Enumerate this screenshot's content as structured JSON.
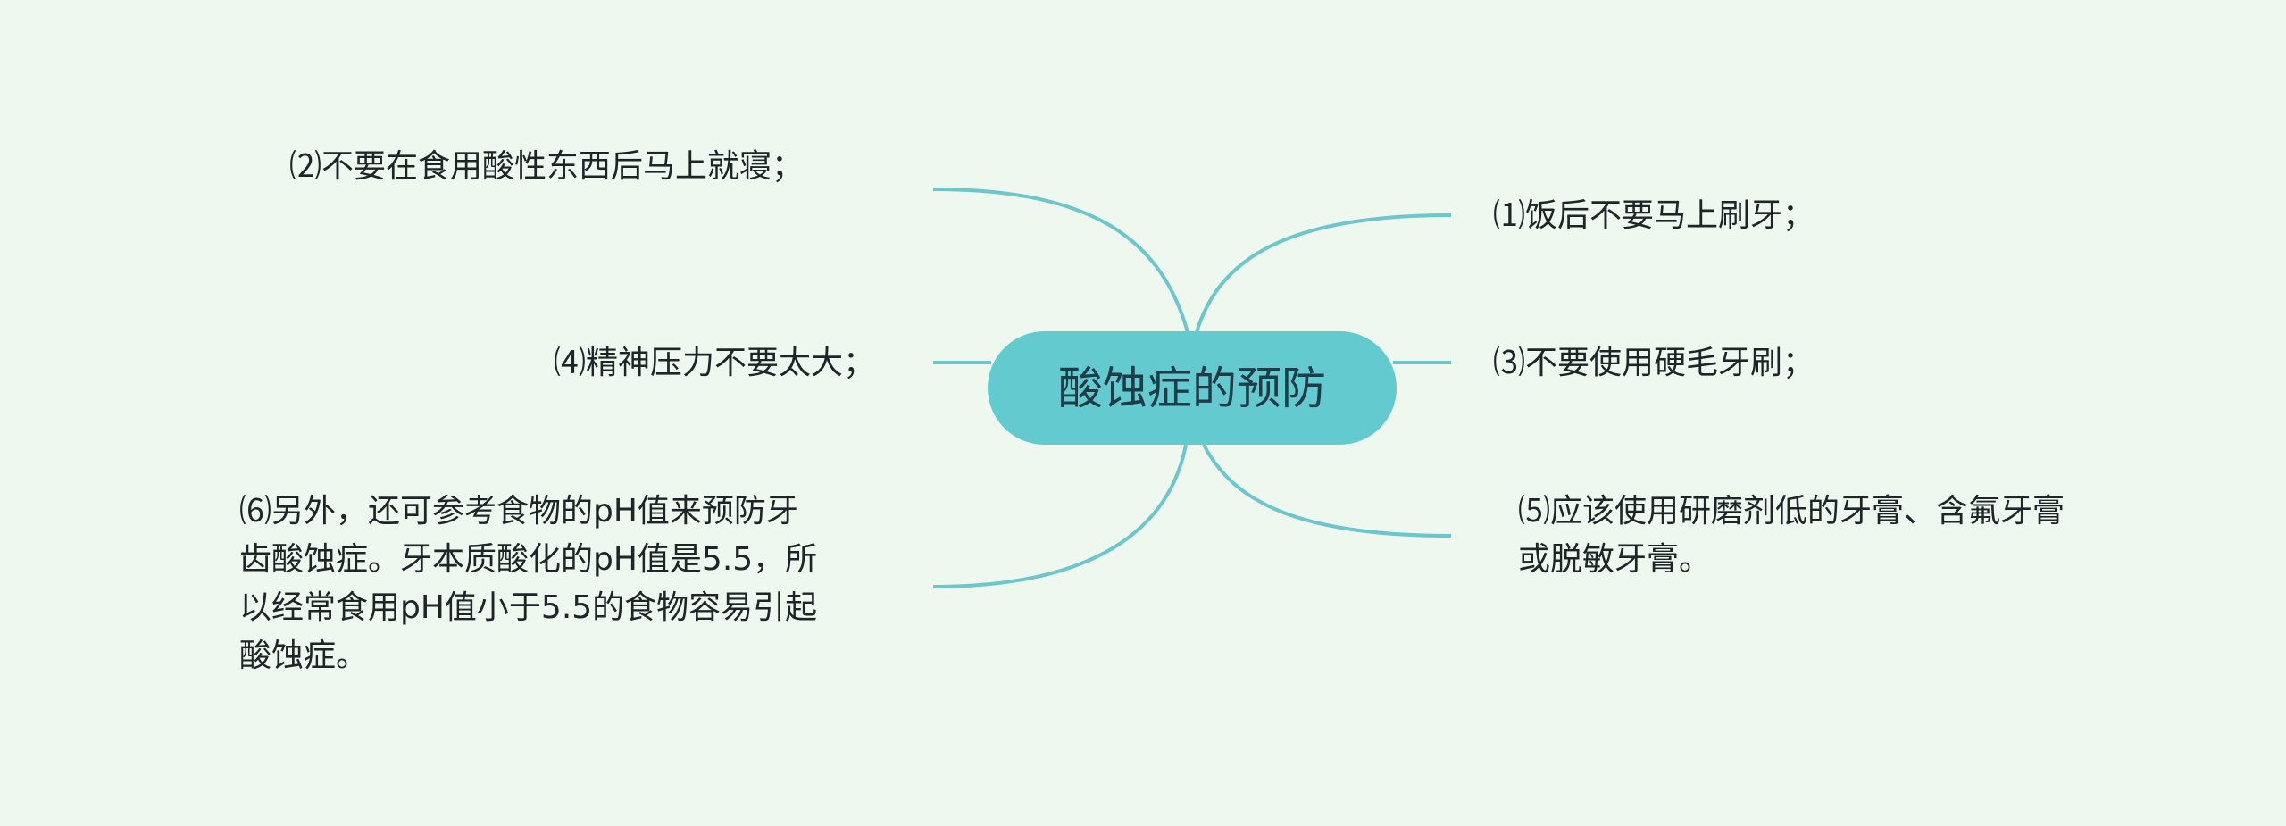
{
  "root": {
    "label": "酸蚀症的预防"
  },
  "branches": [
    {
      "id": "1",
      "side": "right",
      "text": "⑴饭后不要马上刷牙；"
    },
    {
      "id": "2",
      "side": "left",
      "text": "⑵不要在食用酸性东西后马上就寝；"
    },
    {
      "id": "3",
      "side": "right",
      "text": "⑶不要使用硬毛牙刷；"
    },
    {
      "id": "4",
      "side": "left",
      "text": "⑷精神压力不要太大；"
    },
    {
      "id": "5",
      "side": "right",
      "text": "⑸应该使用研磨剂低的牙膏、含氟牙膏或脱敏牙膏。"
    },
    {
      "id": "6",
      "side": "left",
      "text": "⑹另外，还可参考食物的pH值来预防牙齿酸蚀症。牙本质酸化的pH值是5.5，所以经常食用pH值小于5.5的食物容易引起酸蚀症。"
    }
  ],
  "colors": {
    "background": "#eff8ee",
    "root_fill": "#63cbcf",
    "connector": "#6cc6cb",
    "text": "#1e2428"
  }
}
